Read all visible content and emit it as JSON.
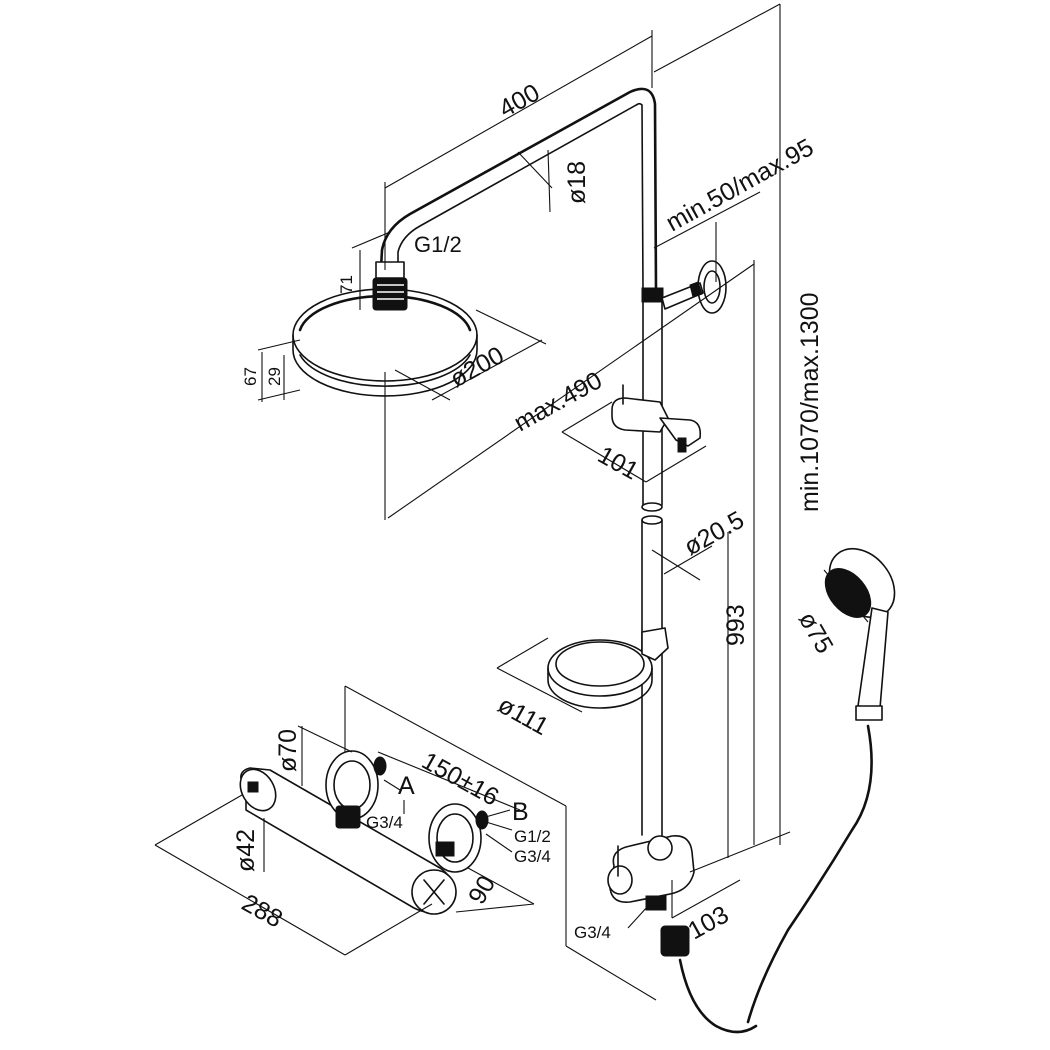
{
  "labels": {
    "width_400": "400",
    "dia_18": "ø18",
    "min50_max95": "min.50/max.95",
    "g12_top": "G1/2",
    "h71": "71",
    "h67": "67",
    "h29": "29",
    "dia_200": "ø200",
    "max490": "max.490",
    "d101": "101",
    "min1070_max1300": "min.1070/max.1300",
    "dia_20_5": "ø20.5",
    "h993": "993",
    "dia_75": "ø75",
    "dia_111": "ø111",
    "dia_70": "ø70",
    "d150_16": "150±16",
    "label_a": "A",
    "label_b": "B",
    "g34_small": "G3/4",
    "g12_b": "G1/2",
    "g34_b": "G3/4",
    "dia_42": "ø42",
    "d288": "288",
    "d90": "90",
    "g34_bottom": "G3/4",
    "d103": "103"
  }
}
